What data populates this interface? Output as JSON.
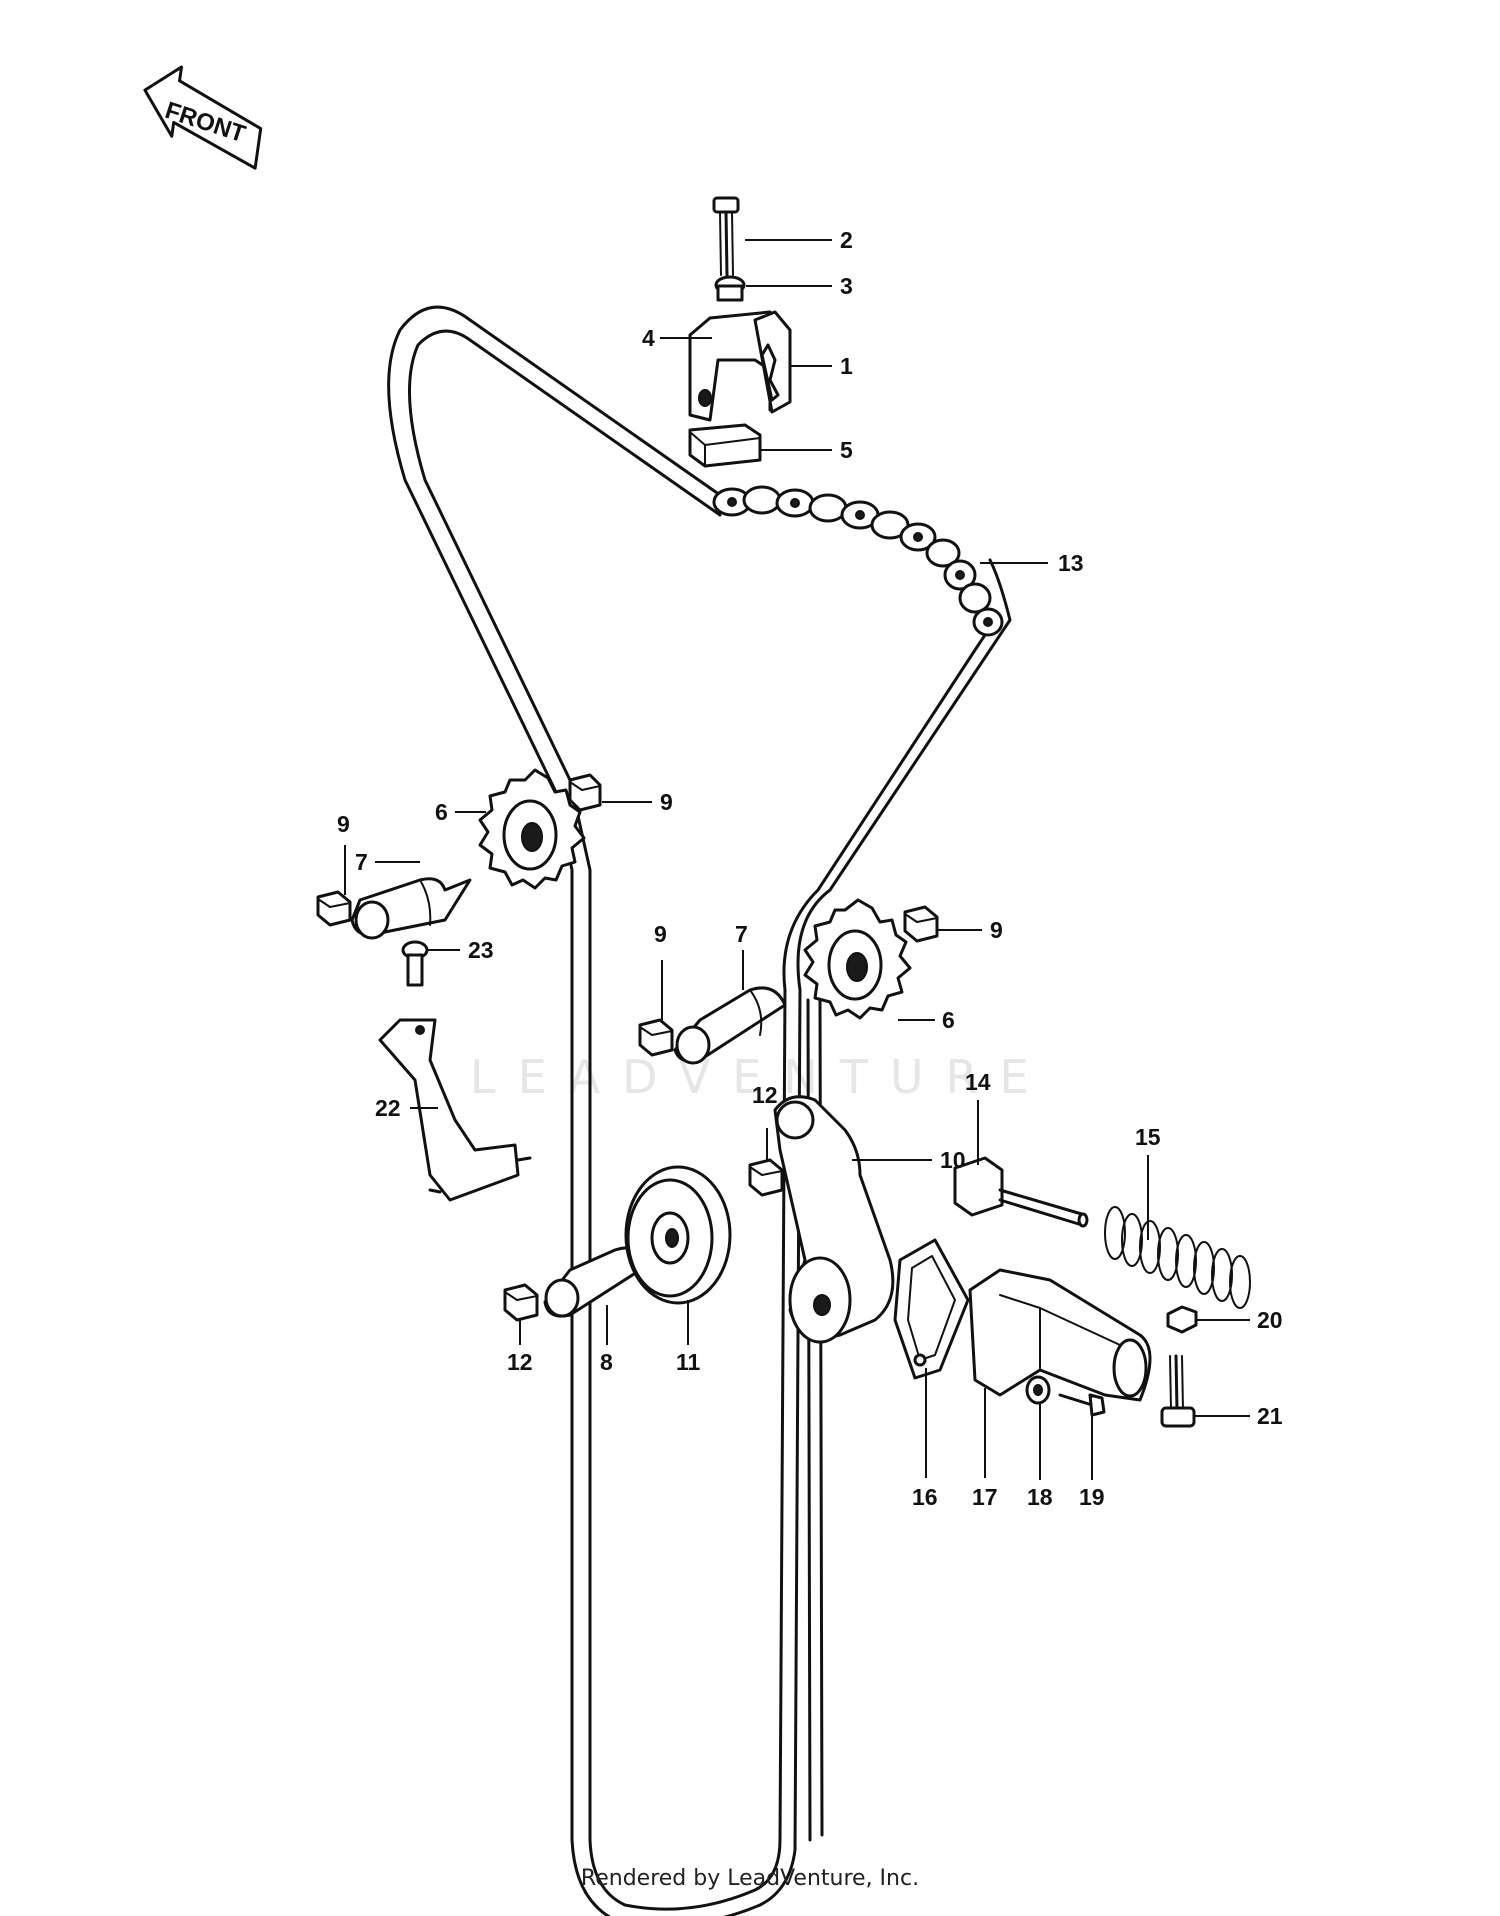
{
  "diagram": {
    "front_label": "FRONT",
    "watermark": "LEADVENTURE",
    "callouts": {
      "c1": "1",
      "c2": "2",
      "c3": "3",
      "c4": "4",
      "c5": "5",
      "c6a": "6",
      "c6b": "6",
      "c7a": "7",
      "c7b": "7",
      "c8": "8",
      "c9a": "9",
      "c9b": "9",
      "c9c": "9",
      "c9d": "9",
      "c10": "10",
      "c11": "11",
      "c12a": "12",
      "c12b": "12",
      "c13": "13",
      "c14": "14",
      "c15": "15",
      "c16": "16",
      "c17": "17",
      "c18": "18",
      "c19": "19",
      "c20": "20",
      "c21": "21",
      "c22": "22",
      "c23": "23"
    }
  },
  "footer": {
    "text": "Rendered by LeadVenture, Inc."
  }
}
